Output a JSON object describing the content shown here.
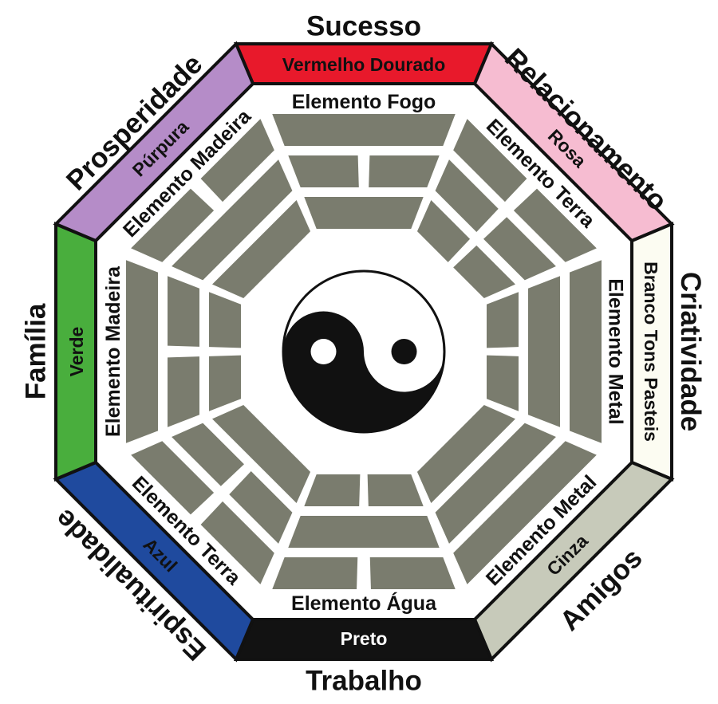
{
  "trigram_color": "#7A7C6E",
  "center": {
    "symbol": "yin-yang"
  },
  "sections": [
    {
      "id": "sucesso",
      "angle": 0,
      "area": "Sucesso",
      "color_name": "Vermelho Dourado",
      "element": "Elemento Fogo",
      "band_color": "#E8192B",
      "label_color": "#111111",
      "trigram": [
        "solid",
        "broken",
        "solid"
      ]
    },
    {
      "id": "relacionamento",
      "angle": 45,
      "area": "Relacionamento",
      "color_name": "Rosa",
      "element": "Elemento Terra",
      "band_color": "#F6BCD1",
      "label_color": "#111111",
      "trigram": [
        "broken",
        "broken",
        "broken"
      ]
    },
    {
      "id": "criatividade",
      "angle": 90,
      "area": "Criatividade",
      "color_name": "Branco Tons Pasteis",
      "element": "Elemento Metal",
      "band_color": "#FCFCF2",
      "label_color": "#111111",
      "trigram": [
        "solid",
        "solid",
        "broken"
      ]
    },
    {
      "id": "amigos",
      "angle": 135,
      "area": "Amigos",
      "color_name": "Cinza",
      "element": "Elemento Metal",
      "band_color": "#C7CABA",
      "label_color": "#111111",
      "trigram": [
        "solid",
        "solid",
        "solid"
      ]
    },
    {
      "id": "trabalho",
      "angle": 180,
      "area": "Trabalho",
      "color_name": "Preto",
      "element": "Elemento Água",
      "band_color": "#121212",
      "label_color": "#FFFFFF",
      "trigram": [
        "broken",
        "solid",
        "broken"
      ]
    },
    {
      "id": "espiritualidade",
      "angle": 225,
      "area": "Espiritualidade",
      "color_name": "Azul",
      "element": "Elemento Terra",
      "band_color": "#1F4A9E",
      "label_color": "#111111",
      "trigram": [
        "broken",
        "broken",
        "solid"
      ]
    },
    {
      "id": "familia",
      "angle": 270,
      "area": "Família",
      "color_name": "Verde",
      "element": "Elemento Madeira",
      "band_color": "#49AE3D",
      "label_color": "#111111",
      "trigram": [
        "solid",
        "broken",
        "broken"
      ]
    },
    {
      "id": "prosperidade",
      "angle": 315,
      "area": "Prosperidade",
      "color_name": "Púrpura",
      "element": "Elemento Madeira",
      "band_color": "#B58CC8",
      "label_color": "#111111",
      "trigram": [
        "broken",
        "solid",
        "solid"
      ]
    }
  ]
}
